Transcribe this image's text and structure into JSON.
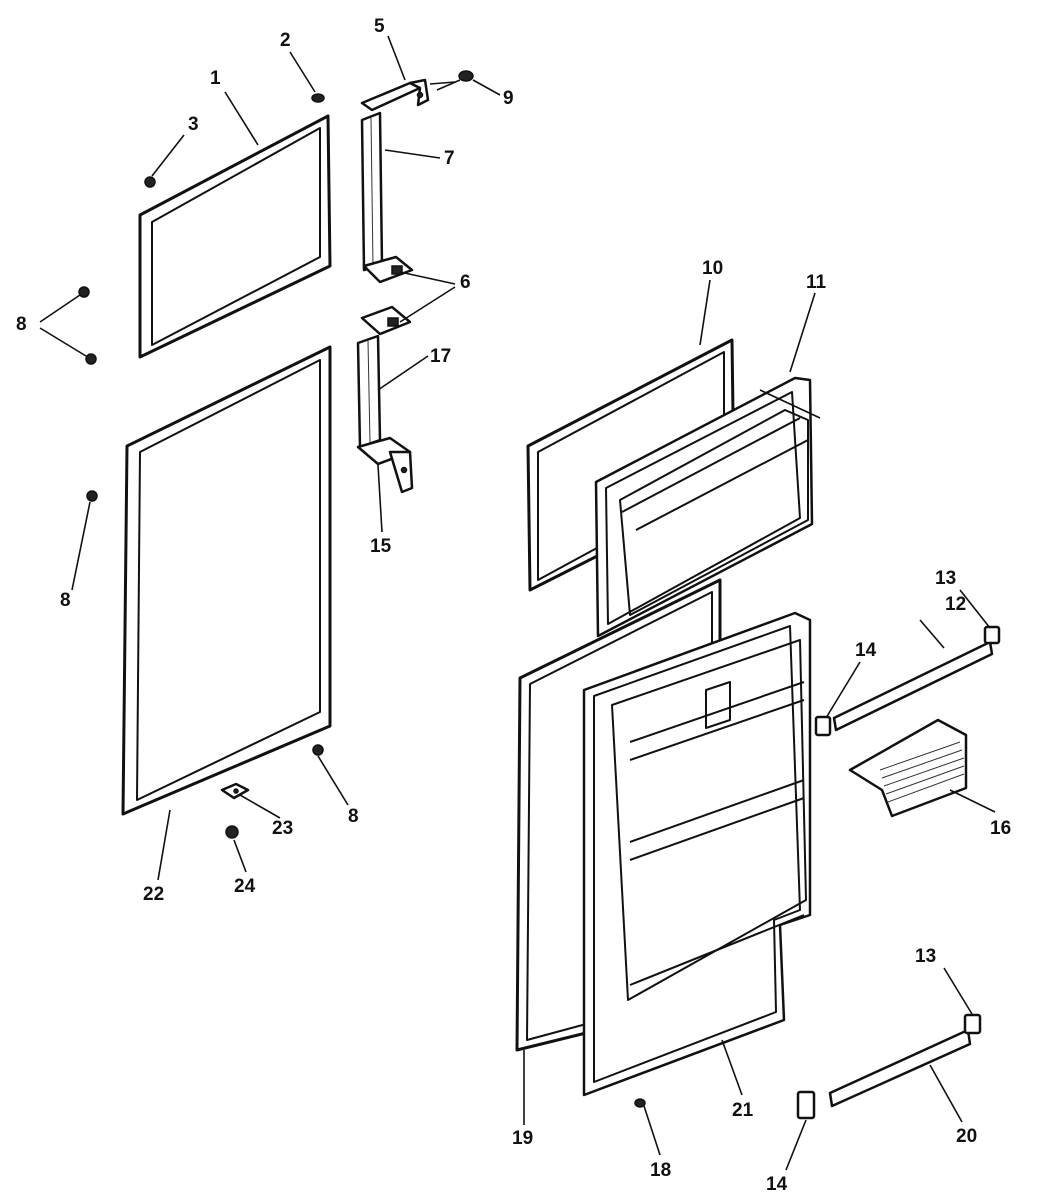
{
  "callouts": {
    "c1": "1",
    "c2": "2",
    "c3": "3",
    "c5": "5",
    "c6": "6",
    "c7": "7",
    "c8a": "8",
    "c8b": "8",
    "c8c": "8",
    "c9": "9",
    "c10": "10",
    "c11": "11",
    "c12": "12",
    "c13a": "13",
    "c13b": "13",
    "c14a": "14",
    "c14b": "14",
    "c15": "15",
    "c16": "16",
    "c17": "17",
    "c18": "18",
    "c19": "19",
    "c20": "20",
    "c21": "21",
    "c22": "22",
    "c23": "23",
    "c24": "24"
  }
}
